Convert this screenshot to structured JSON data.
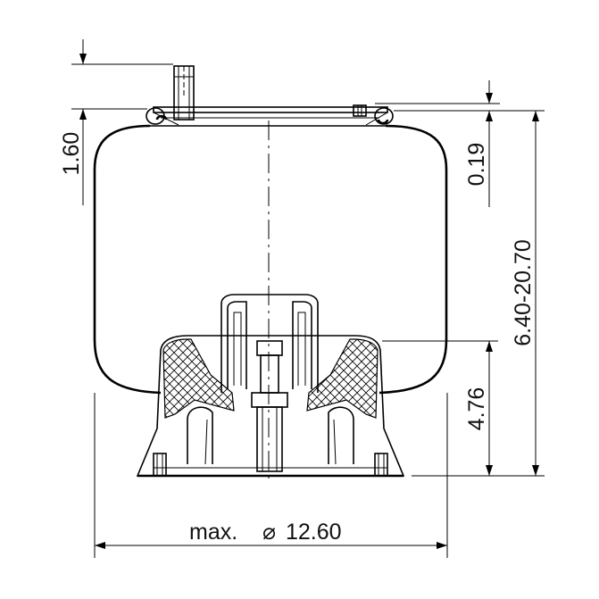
{
  "dimensions": {
    "top_offset": "1.60",
    "plate_offset": "0.19",
    "height_range": "6.40-20.70",
    "piston_height": "4.76",
    "max_diameter_prefix": "max.",
    "diameter_symbol": "⌀",
    "max_diameter_value": "12.60"
  }
}
